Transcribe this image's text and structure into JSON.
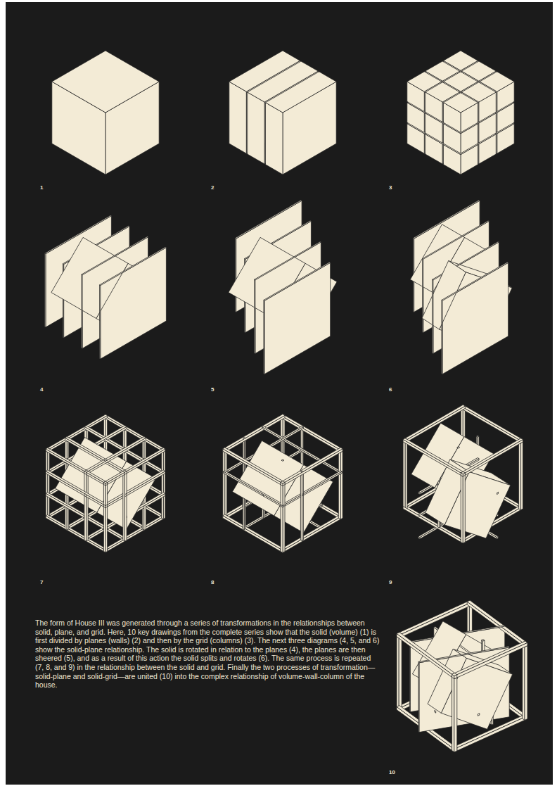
{
  "diagram": {
    "caption": "The form of House III was generated through a series of transformations in the relationships between solid, plane, and grid. Here, 10 key drawings from the complete series show that the solid (volume) (1) is first divided by planes (walls) (2) and then by the grid (columns) (3). The next three diagrams (4, 5, and 6) show the solid-plane relationship. The solid is rotated in relation to the planes (4), the planes are then sheered (5), and as a result of this action the solid splits and rotates (6). The same process is repeated (7, 8, and 9) in the relationship between the solid and grid. Finally the two processes of transformation—solid-plane and solid-grid—are united (10) into the complex relationship of volume-wall-column of the house.",
    "labels": [
      "1",
      "2",
      "3",
      "4",
      "5",
      "6",
      "7",
      "8",
      "9",
      "10"
    ]
  }
}
